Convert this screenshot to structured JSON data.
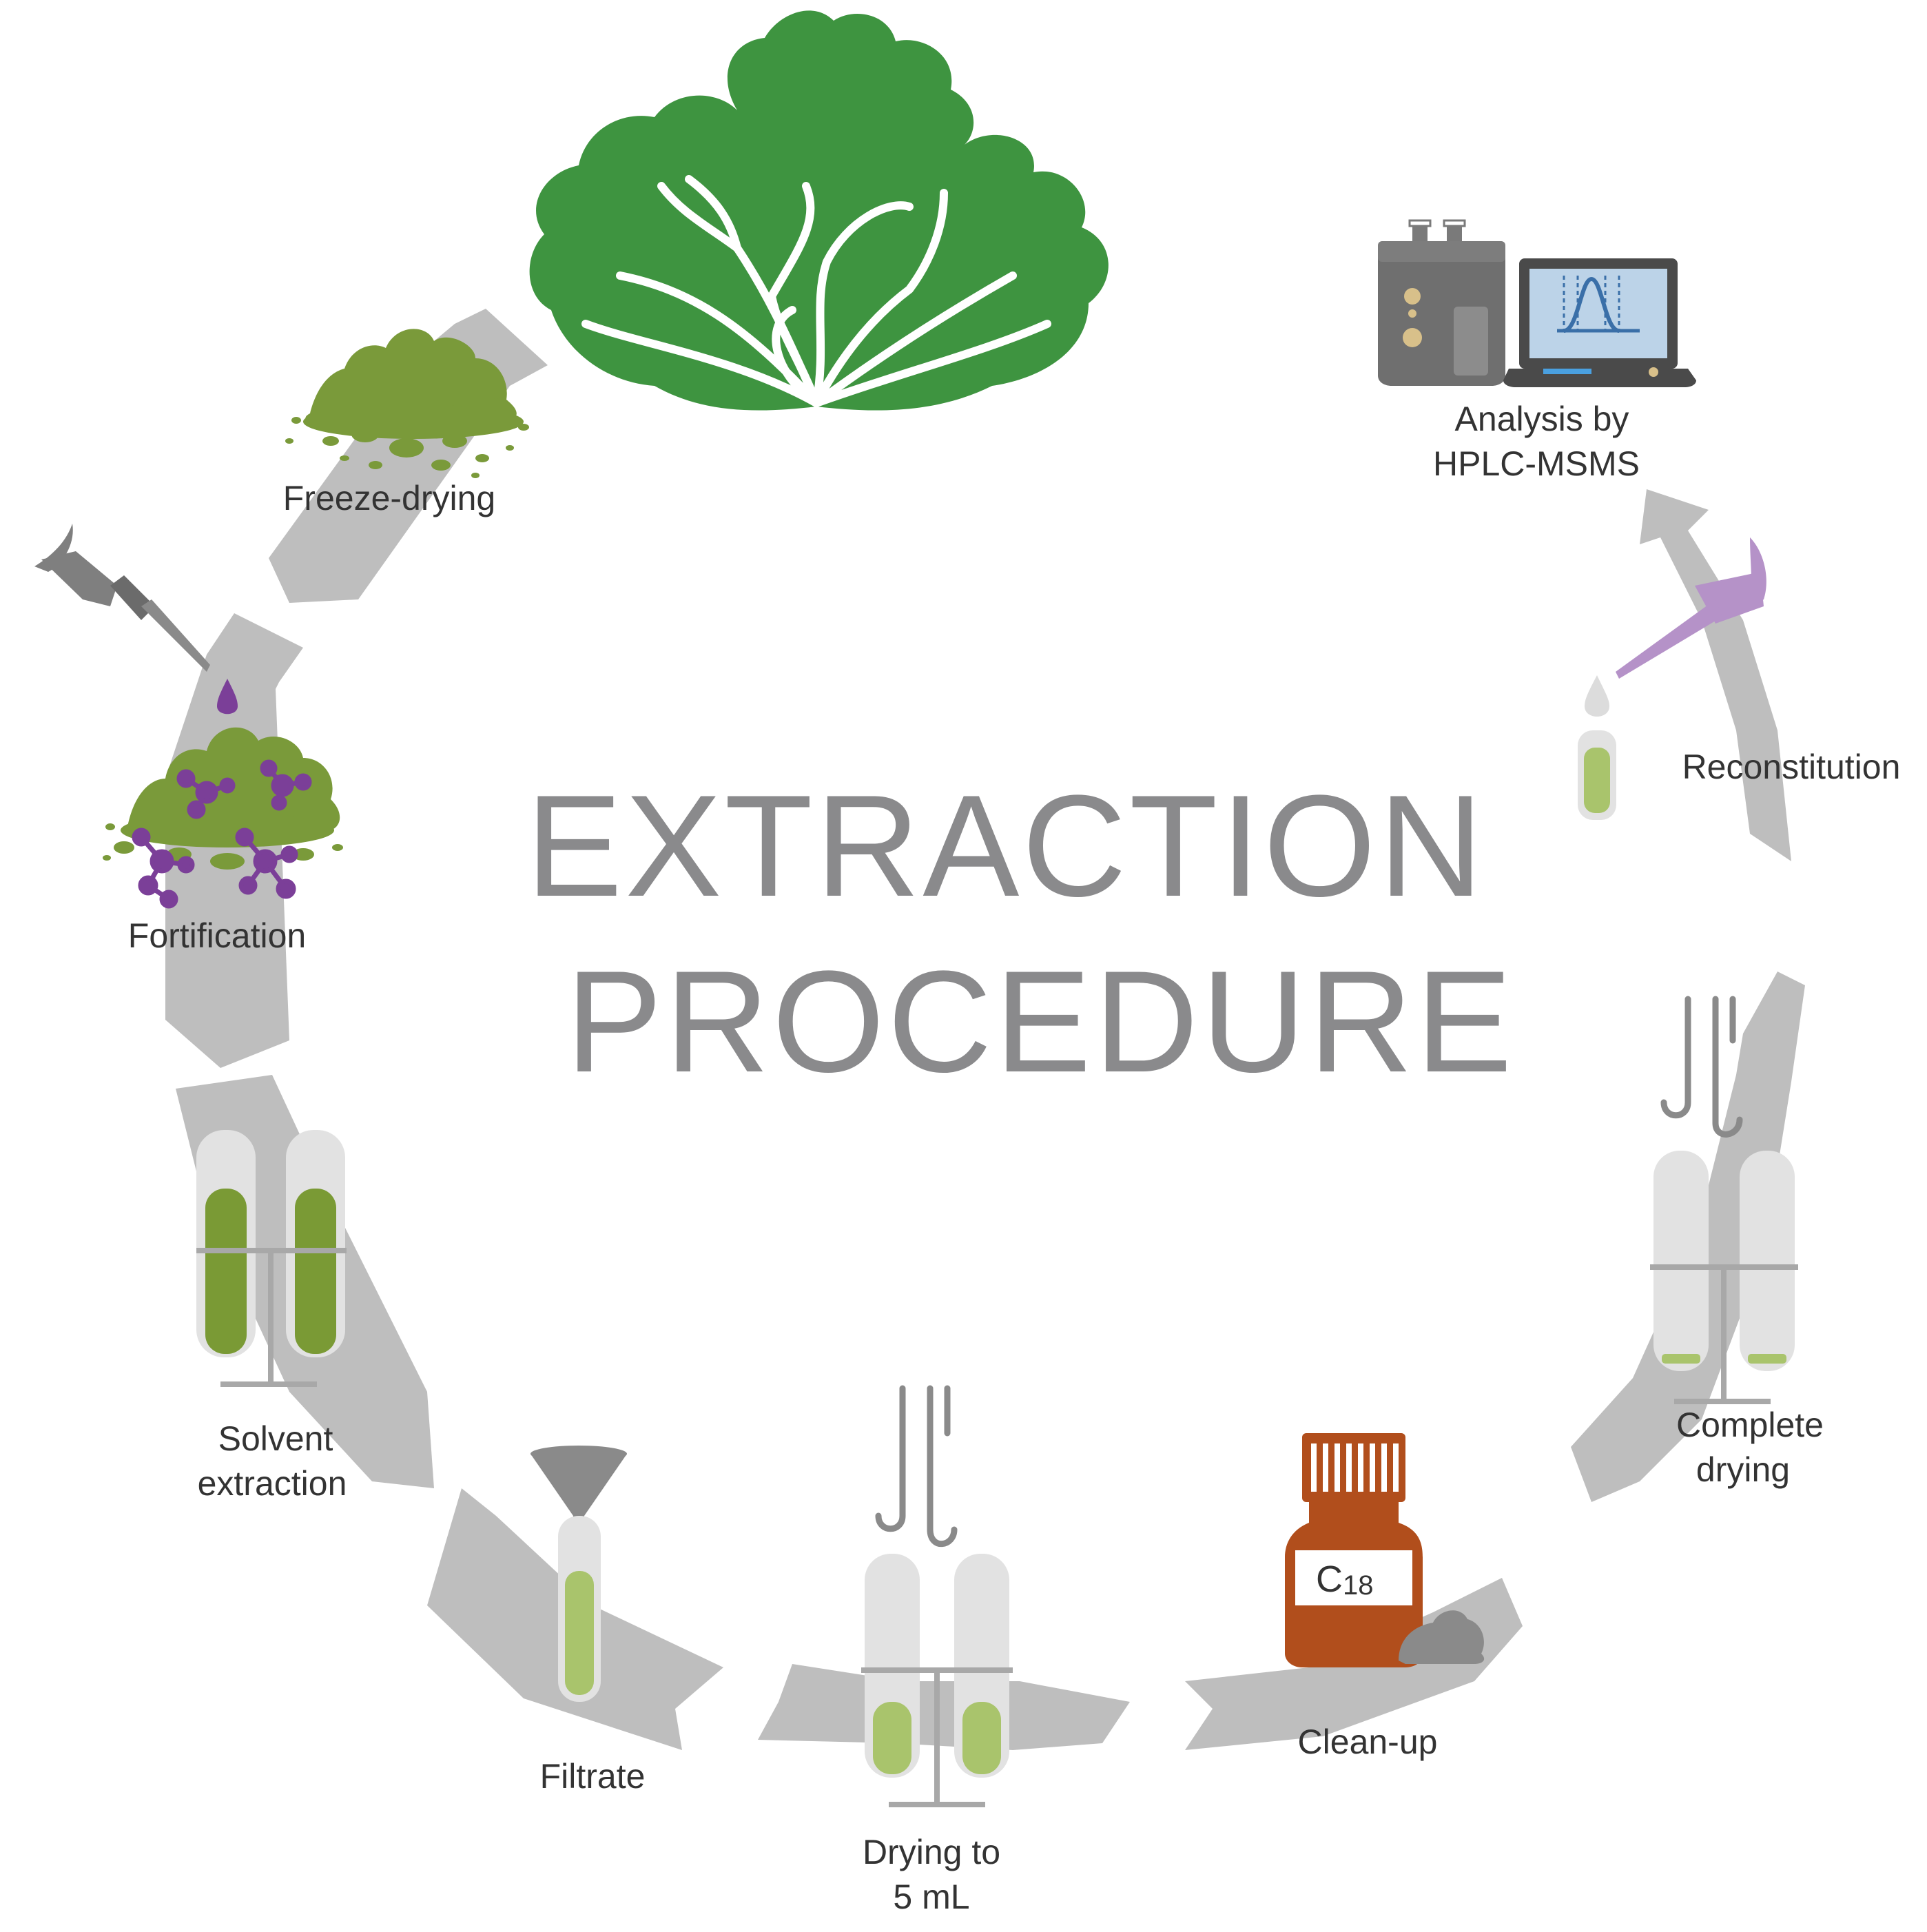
{
  "title": {
    "line1": "EXTRACTION",
    "line2": "PROCEDURE"
  },
  "steps": [
    {
      "id": "freeze-drying",
      "label": "Freeze-drying"
    },
    {
      "id": "fortification",
      "label": "Fortification"
    },
    {
      "id": "solvent-extraction",
      "label_line1": "Solvent",
      "label_line2": "extraction"
    },
    {
      "id": "filtrate",
      "label": "Filtrate"
    },
    {
      "id": "drying-to-5ml",
      "label_line1": "Drying to",
      "label_line2": "5 mL"
    },
    {
      "id": "clean-up",
      "label": "Clean-up",
      "bottle_label": "C18"
    },
    {
      "id": "complete-drying",
      "label_line1": "Complete",
      "label_line2": "drying"
    },
    {
      "id": "reconstitution",
      "label": "Reconstitution"
    },
    {
      "id": "analysis",
      "label_line1": "Analysis by",
      "label_line2": "HPLC-MSMS"
    }
  ],
  "colors": {
    "arrow": "#bebebe",
    "lettuce": "#3e9440",
    "powder": "#7a9a3a",
    "molecule": "#7b3f98",
    "extract_dark": "#7a9a35",
    "extract_light": "#a9c46c",
    "bottle": "#b14e1c",
    "pipette_purple": "#b592c8",
    "title": "#8a8a8c"
  },
  "icons": [
    "lettuce-icon",
    "powder-pile-icon",
    "pipette-icon",
    "molecule-icon",
    "test-tube-rack-icon",
    "funnel-icon",
    "nitrogen-needle-icon",
    "c18-bottle-icon",
    "hplc-instrument-icon",
    "monitor-chromatogram-icon",
    "vial-icon"
  ]
}
